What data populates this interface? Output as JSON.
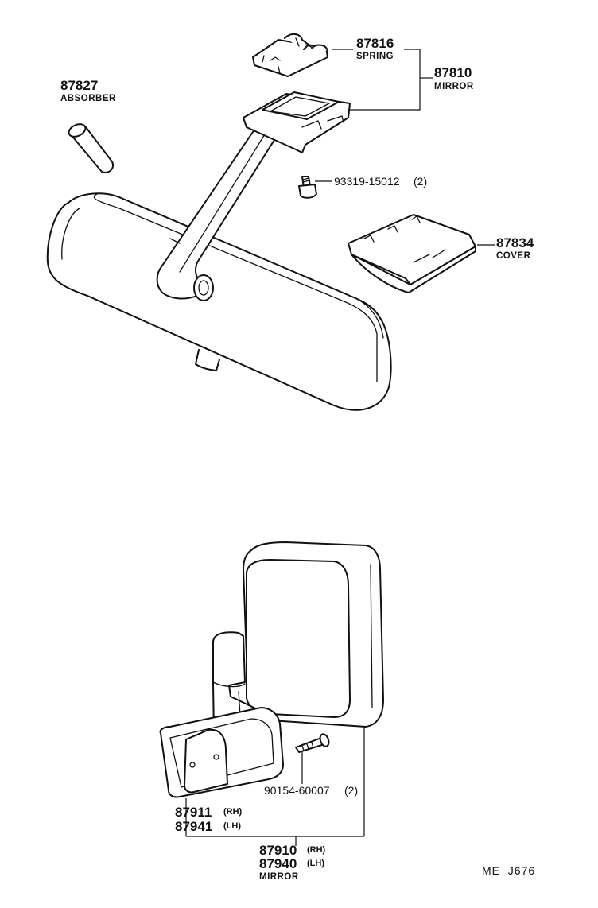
{
  "labels": {
    "spring": {
      "number": "87816",
      "name": "SPRING"
    },
    "inner_mirror": {
      "number": "87810",
      "name": "MIRROR"
    },
    "absorber": {
      "number": "87827",
      "name": "ABSORBER"
    },
    "screw": {
      "number": "93319-15012",
      "qty": "(2)"
    },
    "cover": {
      "number": "87834",
      "name": "COVER"
    },
    "bolt": {
      "number": "90154-60007",
      "qty": "(2)"
    },
    "stay_rh": {
      "number": "87911",
      "side": "(RH)"
    },
    "stay_lh": {
      "number": "87941",
      "side": "(LH)"
    },
    "outer_rh": {
      "number": "87910",
      "side": "(RH)"
    },
    "outer_lh": {
      "number": "87940",
      "side": "(LH)"
    },
    "outer_mirror": {
      "name": "MIRROR"
    }
  },
  "footer": {
    "code": "ME  J676"
  }
}
